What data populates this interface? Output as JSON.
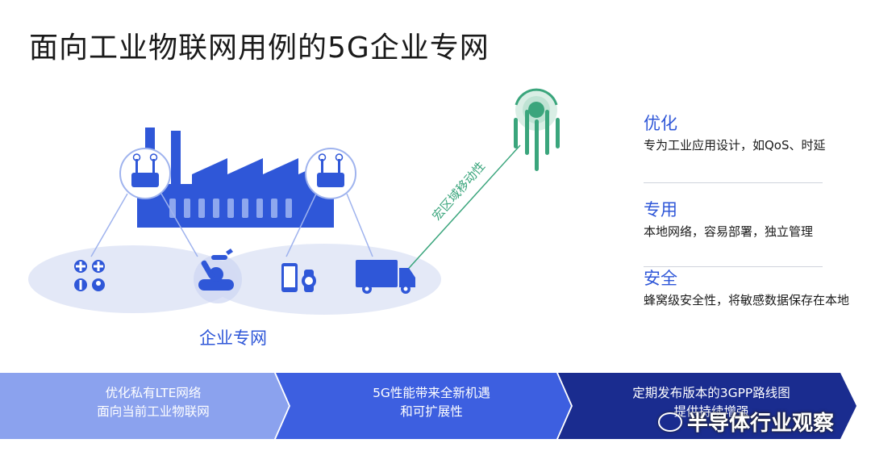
{
  "title": "面向工业物联网用例的5G企业专网",
  "illustration": {
    "network_label": "企业专网",
    "mobility_label": "宏区域移动性"
  },
  "benefits": [
    {
      "heading": "优化",
      "text": "专为工业应用设计，如QoS、时延"
    },
    {
      "heading": "专用",
      "text": "本地网络，容易部署，独立管理"
    },
    {
      "heading": "安全",
      "text": "蜂窝级安全性，将敏感数据保存在本地"
    }
  ],
  "ribbon": [
    {
      "line1": "优化私有LTE网络",
      "line2": "面向当前工业物联网",
      "color": "#8ba2ee"
    },
    {
      "line1": "5G性能带来全新机遇",
      "line2": "和可扩展性",
      "color": "#3d5fe0"
    },
    {
      "line1": "定期发布版本的3GPP路线图",
      "line2": "提供持续增强",
      "color": "#1a2c8f"
    }
  ],
  "watermark": "半导体行业观察",
  "colors": {
    "accent": "#2f57d8",
    "green": "#3aa57c",
    "ellipse": "#e3e8f7"
  }
}
